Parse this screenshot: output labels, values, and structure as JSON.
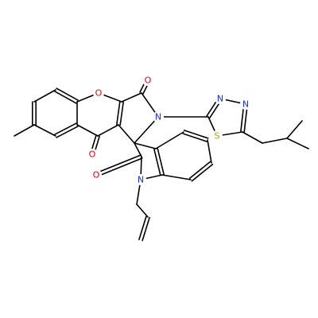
{
  "molecule": {
    "atoms": {
      "o_ring": {
        "symbol": "O",
        "color": "#e8000b"
      },
      "o_top": {
        "symbol": "O",
        "color": "#e8000b"
      },
      "n_pyr": {
        "symbol": "N",
        "color": "#1a2bff"
      },
      "n_td1": {
        "symbol": "N",
        "color": "#1a2bff"
      },
      "n_td2": {
        "symbol": "N",
        "color": "#1a2bff"
      },
      "s_td": {
        "symbol": "S",
        "color": "#b5a200"
      },
      "o_mid": {
        "symbol": "O",
        "color": "#e8000b"
      },
      "o_bot": {
        "symbol": "O",
        "color": "#e8000b"
      },
      "n_ind": {
        "symbol": "N",
        "color": "#1a2bff"
      }
    },
    "bond_color": "#000000",
    "background": "#ffffff"
  }
}
